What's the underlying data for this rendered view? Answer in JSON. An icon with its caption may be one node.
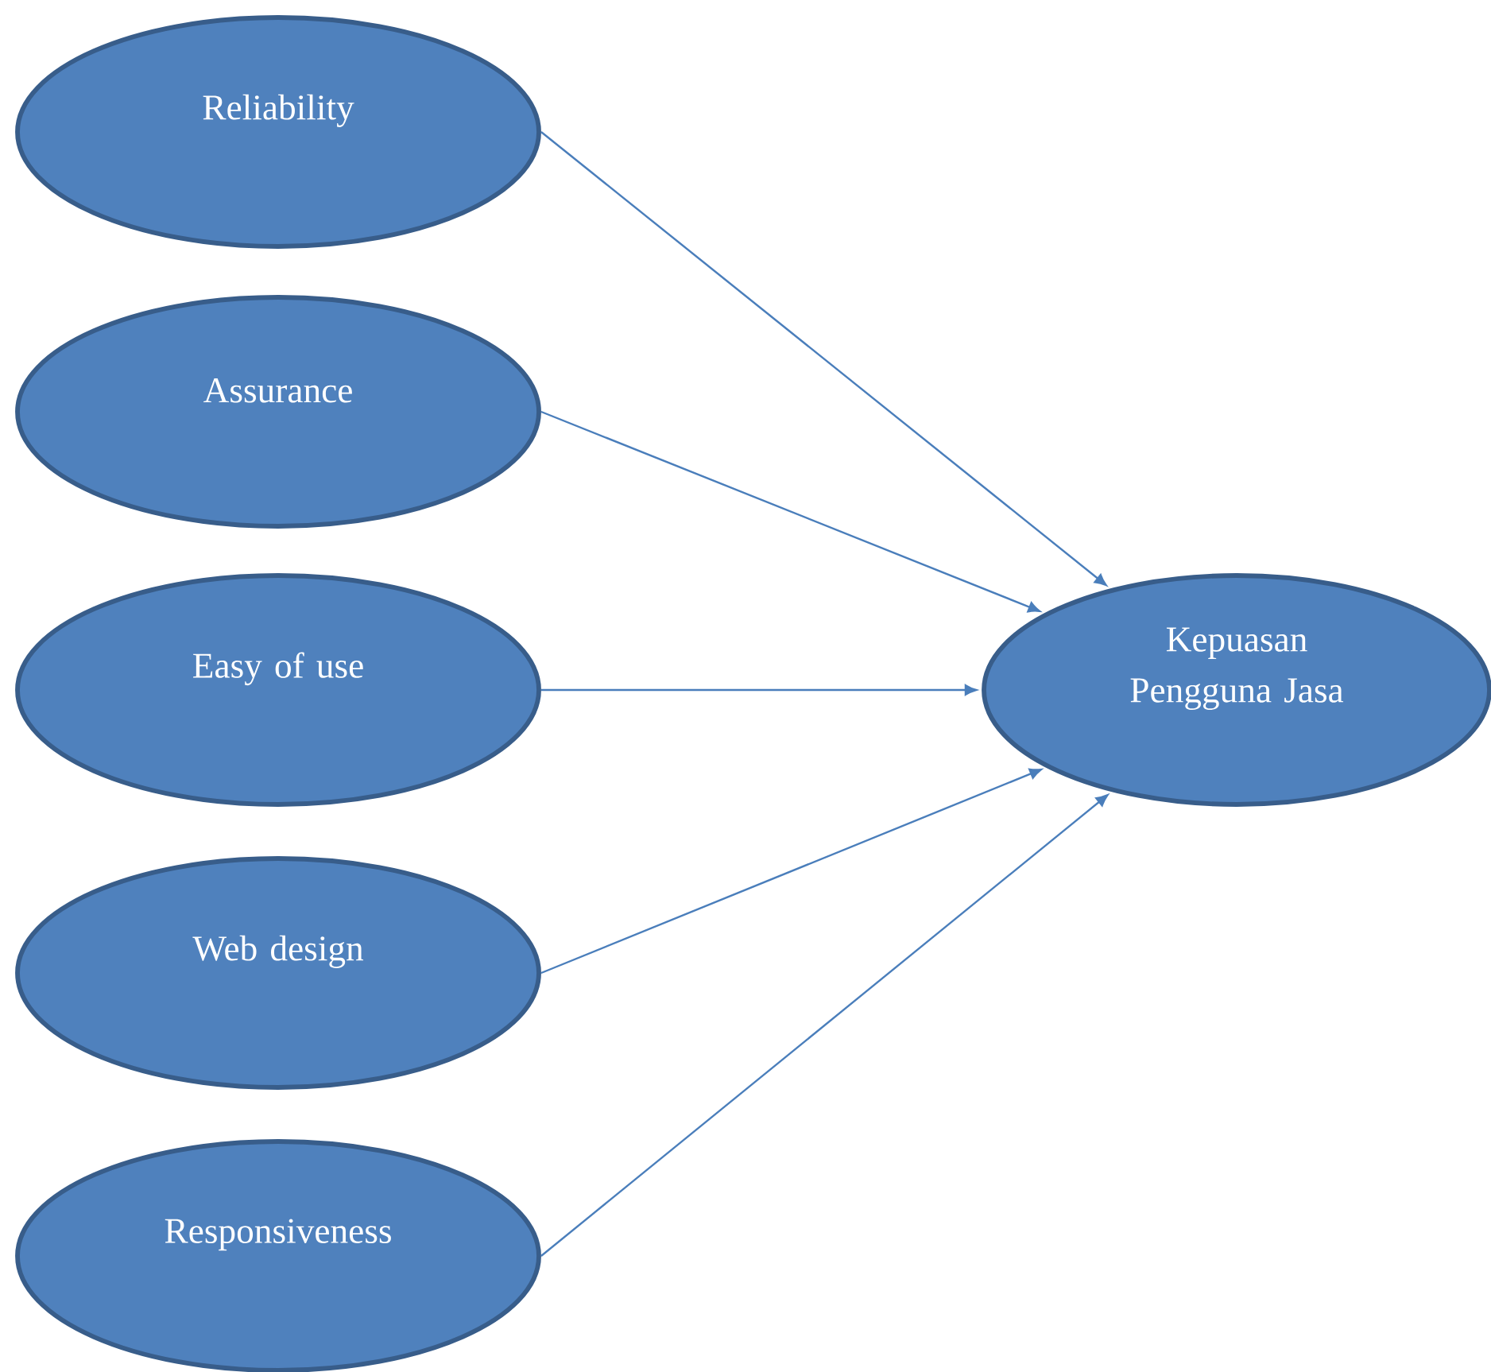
{
  "diagram": {
    "nodes": [
      {
        "text": [
          "Reliability"
        ]
      },
      {
        "text": [
          "Assurance"
        ]
      },
      {
        "text": [
          "Easy of use"
        ]
      },
      {
        "text": [
          "Web design"
        ]
      },
      {
        "text": [
          "Responsiveness"
        ]
      },
      {
        "text": [
          "Kepuasan Pengguna Jasa"
        ]
      }
    ],
    "edges": [
      {
        "from": 0,
        "to": 5,
        "arrow": "to"
      },
      {
        "from": 1,
        "to": 5,
        "arrow": "to"
      },
      {
        "from": 2,
        "to": 5,
        "arrow": "to"
      },
      {
        "from": 3,
        "to": 5,
        "arrow": "to"
      },
      {
        "from": 4,
        "to": 5,
        "arrow": "to"
      }
    ]
  }
}
